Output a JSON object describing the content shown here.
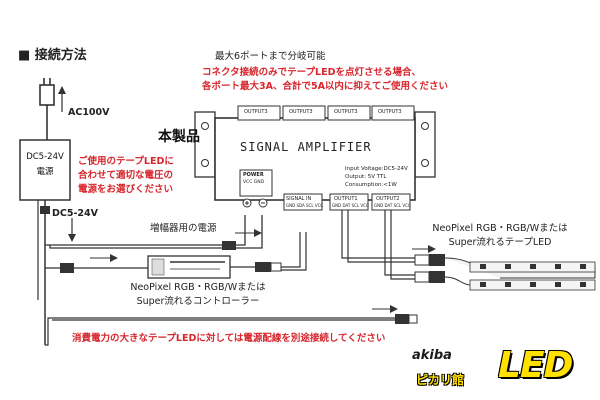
{
  "title": "■ 接続方法",
  "top_note": "最大6ポートまで分岐可能",
  "warning": {
    "line1": "コネクタ接続のみでテープLEDを点灯させる場合、",
    "line2": "各ポート最大3A、合計で5A以内に抑えてご使用ください"
  },
  "ac_label": "AC100V",
  "power_supply": {
    "line1": "DC5-24V",
    "line2": "電源"
  },
  "supply_note": {
    "line1": "ご使用のテープLEDに",
    "line2": "合わせて適切な電圧の",
    "line3": "電源をお選びください"
  },
  "dc_label": "DC5-24V",
  "product_label": "本製品",
  "amplifier": {
    "name": "SIGNAL AMPLIFIER",
    "spec1": "Input Voltage:DC5-24V",
    "spec2": "Output: 5V TTL",
    "spec3": "Consumption:<1W",
    "power_label": "POWER",
    "power_pins": "VCC  GND",
    "signal_in_label": "SIGNAL IN",
    "signal_in_pins": "GND SDA SCL VCC",
    "output1_label": "OUTPUT1",
    "output2_label": "OUTPUT2",
    "out_pins": "GND DAT SCL VCC",
    "top_port_label": "OUTPUT3"
  },
  "amp_power_label": "増幅器用の電源",
  "controller": {
    "line1": "NeoPixel RGB・RGB/Wまたは",
    "line2": "Super流れるコントローラー"
  },
  "tape_led": {
    "line1": "NeoPixel RGB・RGB/Wまたは",
    "line2": "Super流れるテープLED"
  },
  "bottom_warning": "消費電力の大きなテープLEDに対しては電源配線を別途接続してください",
  "brand": {
    "sub": "akiba",
    "jp": "ピカリ館",
    "main": "LED"
  },
  "colors": {
    "red": "#d7262d",
    "yellow": "#ffe000",
    "line": "#333333"
  }
}
